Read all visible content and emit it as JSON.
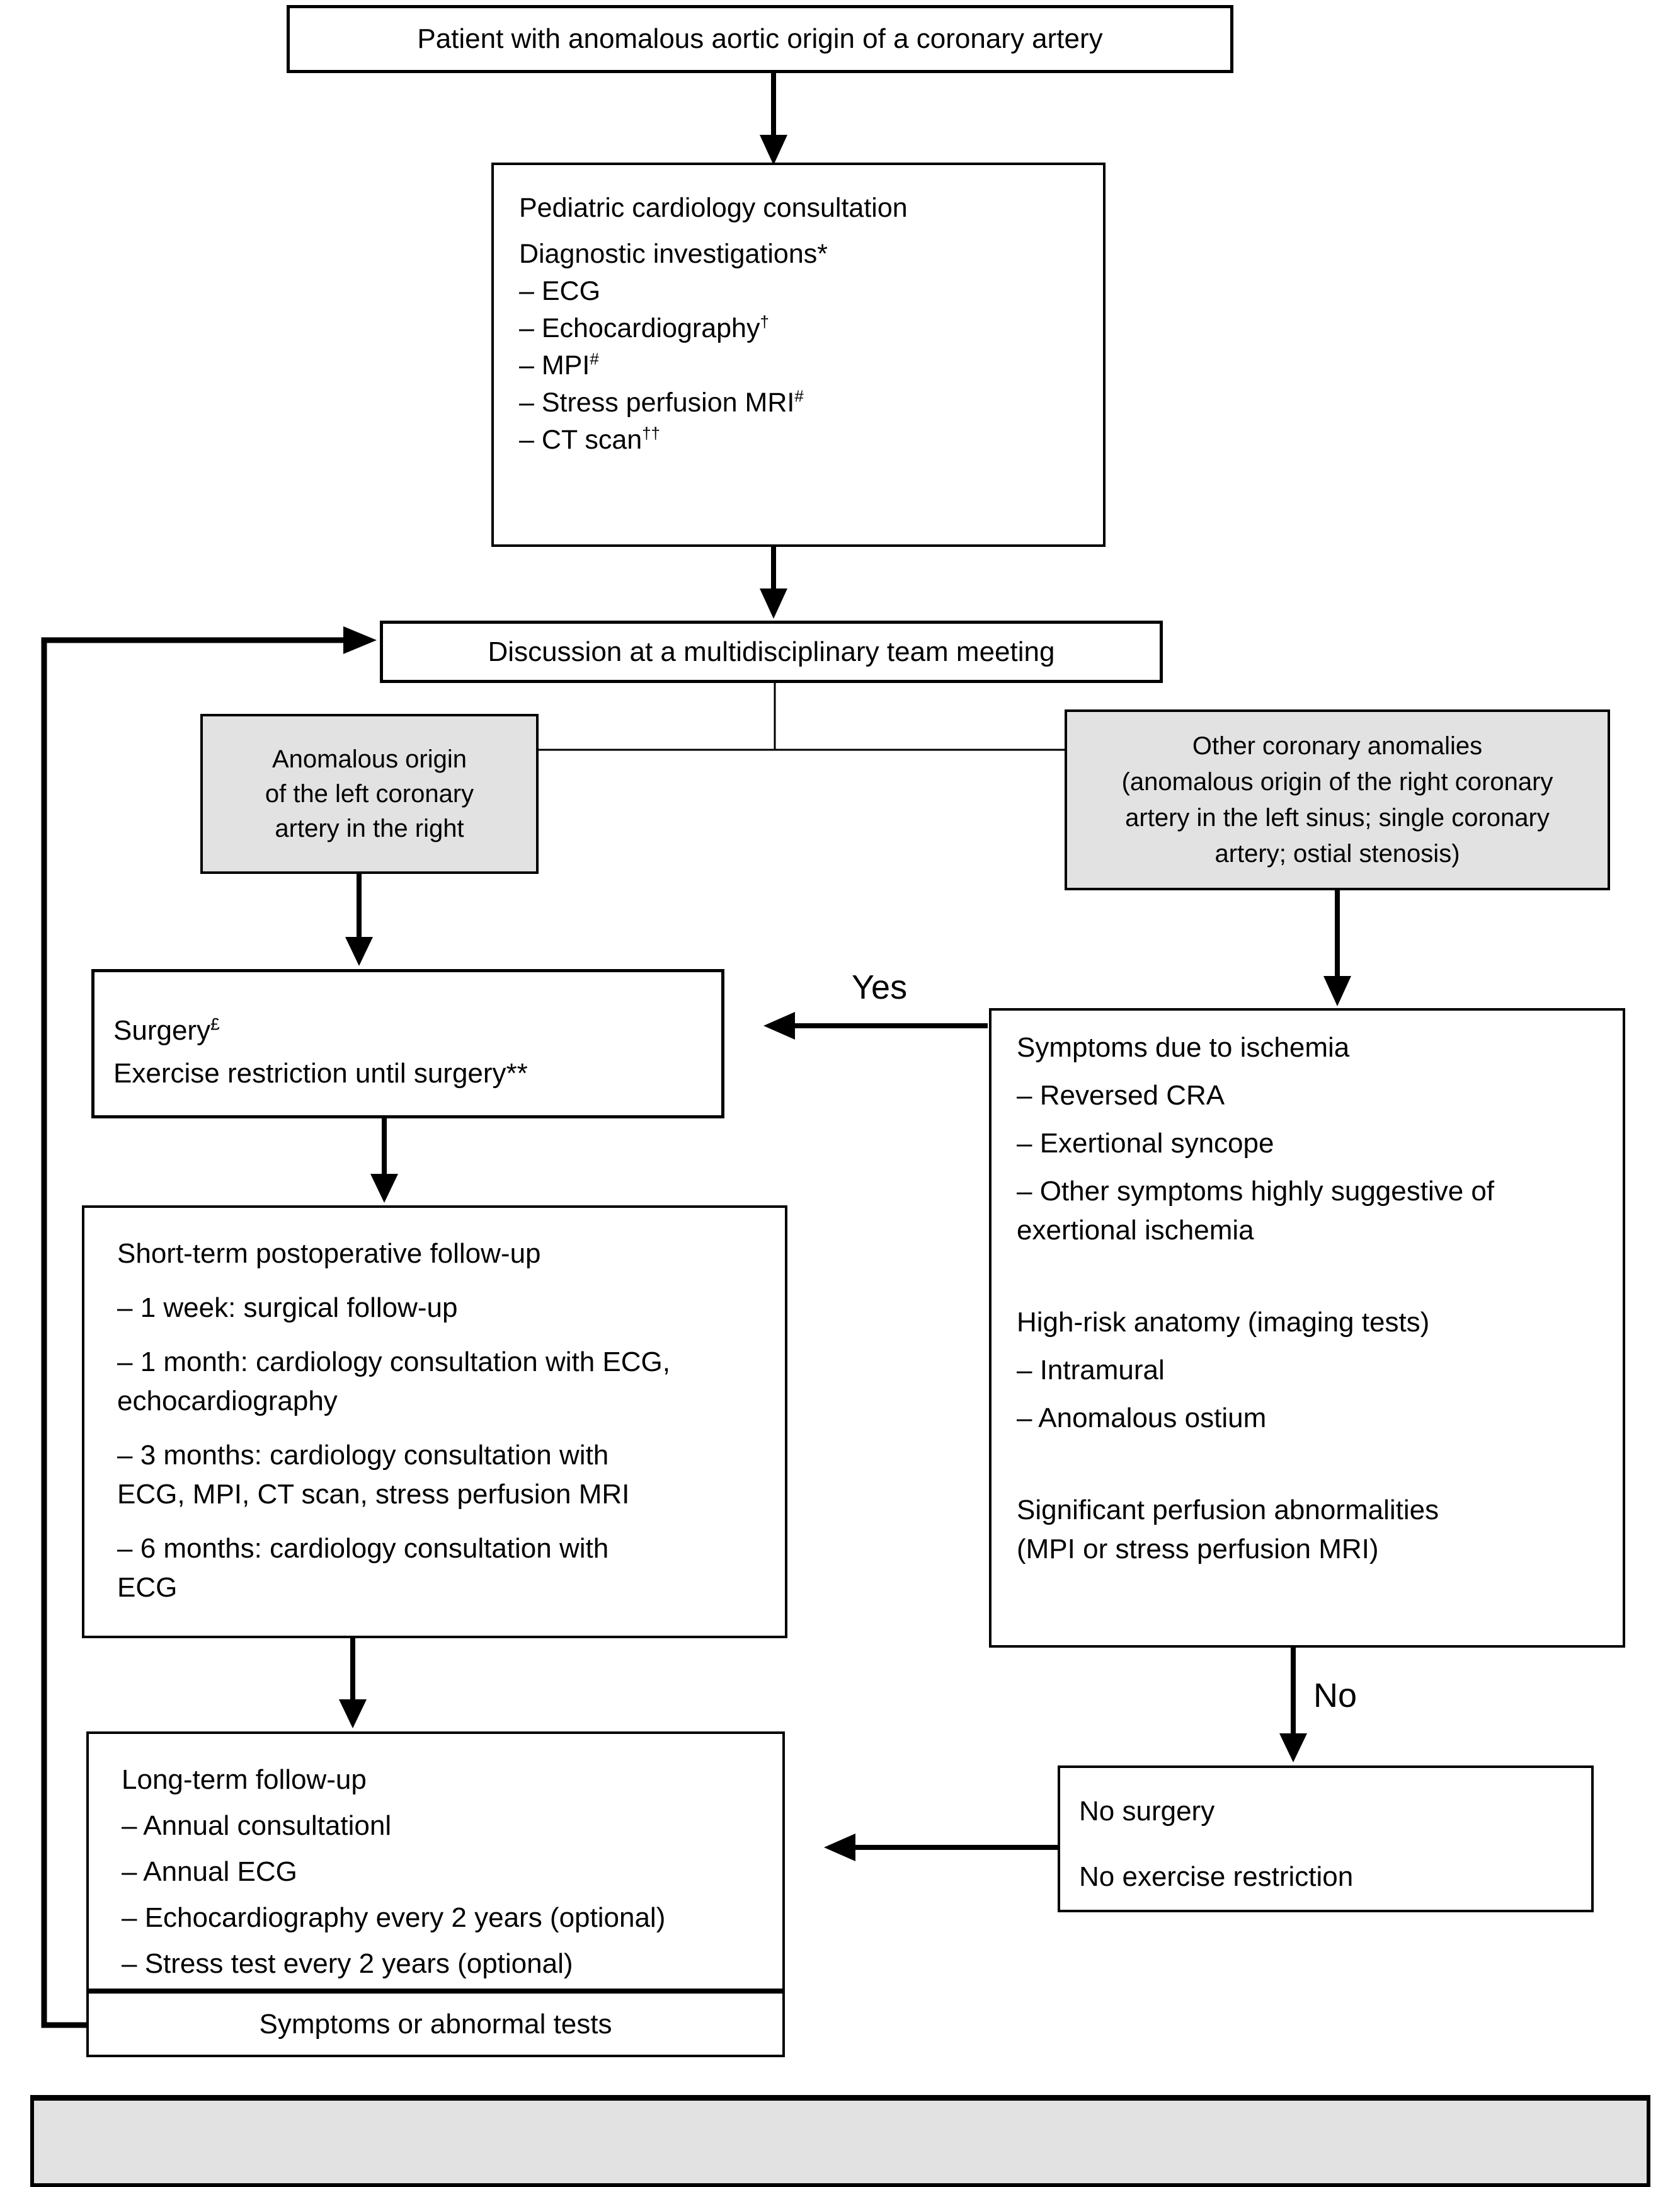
{
  "flowchart": {
    "colors": {
      "node_fill": "#ffffff",
      "highlight_fill": "#e2e2e2",
      "line": "#000000"
    },
    "labels": {
      "yes": "Yes",
      "no": "No"
    },
    "nodes": {
      "patient": {
        "text": "Patient with anomalous aortic origin of a coronary artery"
      },
      "consultation": {
        "paras": [
          {
            "lines": [
              "Pediatric cardiology consultation"
            ]
          },
          {
            "lines": [
              "Diagnostic investigations*"
            ]
          },
          {
            "lines": [
              "– ECG"
            ]
          },
          {
            "lines": [
              [
                {
                  "t": "– Echocardiography"
                },
                {
                  "t": "†",
                  "sup": true
                }
              ]
            ]
          },
          {
            "lines": [
              [
                {
                  "t": "– MPI"
                },
                {
                  "t": "#",
                  "sup": true
                }
              ]
            ]
          },
          {
            "lines": [
              [
                {
                  "t": "– Stress perfusion MRI"
                },
                {
                  "t": "#",
                  "sup": true
                }
              ]
            ]
          },
          {
            "lines": [
              [
                {
                  "t": "– CT scan"
                },
                {
                  "t": "††",
                  "sup": true
                }
              ]
            ]
          }
        ]
      },
      "discussion": {
        "text": "Discussion at a multidisciplinary team meeting"
      },
      "left_anomaly": {
        "paras": [
          {
            "lines": [
              "Anomalous origin",
              "of the left coronary",
              "artery in the right"
            ]
          }
        ]
      },
      "other_anomalies": {
        "paras": [
          {
            "lines": [
              "Other coronary anomalies",
              "(anomalous origin of the right coronary",
              "artery in the left sinus; single coronary",
              "artery; ostial stenosis)"
            ]
          }
        ]
      },
      "surgery": {
        "paras": [
          {
            "lines": [
              [
                {
                  "t": "Surgery"
                },
                {
                  "t": "£",
                  "sup": true
                }
              ]
            ]
          },
          {
            "lines": [
              "Exercise restriction until surgery**"
            ]
          }
        ]
      },
      "short_term": {
        "paras": [
          {
            "lines": [
              "Short-term postoperative follow-up"
            ]
          },
          {
            "lines": [
              "– 1 week: surgical follow-up"
            ]
          },
          {
            "lines": [
              "– 1 month: cardiology consultation with ECG,",
              "echocardiography"
            ]
          },
          {
            "lines": [
              "– 3 months: cardiology consultation with",
              "ECG, MPI, CT scan, stress perfusion MRI"
            ]
          },
          {
            "lines": [
              "– 6 months: cardiology consultation with",
              "ECG"
            ]
          }
        ]
      },
      "ischemia": {
        "paras": [
          {
            "lines": [
              "Symptoms due to ischemia"
            ]
          },
          {
            "lines": [
              "– Reversed CRA"
            ]
          },
          {
            "lines": [
              "– Exertional syncope"
            ]
          },
          {
            "lines": [
              "– Other symptoms highly suggestive of",
              "exertional ischemia"
            ]
          },
          {
            "lines": [
              "High-risk anatomy (imaging tests)"
            ],
            "gap": true
          },
          {
            "lines": [
              "– Intramural"
            ]
          },
          {
            "lines": [
              "– Anomalous ostium"
            ]
          },
          {
            "lines": [
              "Significant perfusion abnormalities",
              "(MPI or stress perfusion MRI)"
            ],
            "gap": true
          }
        ]
      },
      "no_surgery": {
        "paras": [
          {
            "lines": [
              "No surgery"
            ]
          },
          {
            "lines": [
              "No exercise restriction"
            ]
          }
        ]
      },
      "long_term": {
        "paras": [
          {
            "lines": [
              "Long-term follow-up"
            ]
          },
          {
            "lines": [
              "– Annual consultationl"
            ]
          },
          {
            "lines": [
              "– Annual ECG"
            ]
          },
          {
            "lines": [
              "– Echocardiography every 2 years (optional)"
            ]
          },
          {
            "lines": [
              "– Stress test every 2 years (optional)"
            ]
          }
        ]
      },
      "symptoms_tests": {
        "text": "Symptoms or abnormal tests"
      },
      "footer_bar": {
        "text": ""
      }
    }
  }
}
